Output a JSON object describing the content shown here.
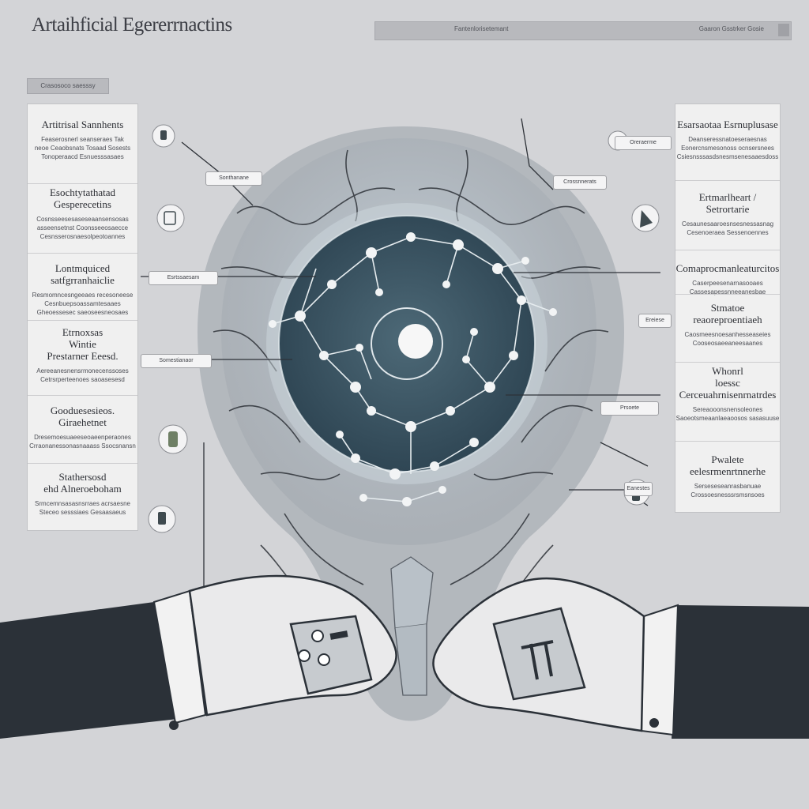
{
  "title": "Artaihficial Egererrnactins",
  "topbar": {
    "left_text": "Fantenlorisetemant",
    "right_text": "Gaaron Gsstrker Gosie"
  },
  "tag": "Crasosoco saesssy",
  "left_panel": [
    {
      "heading": "Artitrisal Sannhents",
      "sub": "Feaserosnerl seanseraes Tak\nneoe Ceaobsnats Tosaad Sosests\nTonoperaacd Esnuesssasaes"
    },
    {
      "heading": "Esochtytathatad\nGesperecetins",
      "sub": "Cosnsseesesaseseaansensosas\nasseensetnst Coonsseeosaecce\nCesnsserosnaesolpeotoannes"
    },
    {
      "heading": "Lontmquiced\nsatfgrranhaiclie",
      "sub": "Resmomncesngeeaes recesoneese\nCesnbuepsoassamtesaaes\nGheoessesec saeoseesneosaes"
    },
    {
      "heading": "Etrnoxsas\nWintie\nPrestarner Eeesd.",
      "sub": "Aereeanesnensrmonecenssoses\nCetrsrperteenoes saoasesesd"
    },
    {
      "heading": "Gooduesesieos.\nGiraehetnet",
      "sub": "Dresemoesuaeeseoaeenperaones\nCrraonanessonasnaaass Ssocsnansn"
    },
    {
      "heading": "Stathersosd\nehd Alneroeboham",
      "sub": "Srmcemnsasasnsrraes acrsaesne\nSteceo sesssiaes Gesaasaeus"
    }
  ],
  "right_panel": [
    {
      "heading": "Esarsaotaa Esrnuplusase",
      "sub": "Deanseressnatoeseraesnas\nEonercnsmesonoss ocnsersnees\nCsiesnsssasdsnesmsenesaaesdoss"
    },
    {
      "heading": "Ertmarlheart /\nSetrortarie",
      "sub": "Cesaunesaaroesnsesnessasnag\nCesenoeraea Sessenoennes"
    },
    {
      "heading": "Comaprocmanleaturcitos",
      "sub": "Caserpeesenarnasooaes\nCassesapessnneeanesbae"
    },
    {
      "heading": "Stmatoe\nreaoreproentiaeh",
      "sub": "Caosmeesnoesanhesseaseies\nCooseosaeeaneesaanes"
    },
    {
      "heading": "Whonrl\nloessc\nCerceuahrnisenrnatrdes",
      "sub": "Sereaooonsnensoleones\nSaoeotsmeaanlaeaoosos sasasuuse"
    },
    {
      "heading": "Pwalete\neelesrmenrtnnerhe",
      "sub": "Serseseseanrasbanuae\nCrossoesnesssrsmsnsoes"
    }
  ],
  "chips": [
    "Sonthanane",
    "Oreraerme",
    "Crossnnerats",
    "Esrtssaesam",
    "Ereiese",
    "Somestianaor",
    "Prsoete",
    "Eanestes"
  ],
  "colors": {
    "background": "#d3d4d7",
    "panel": "#f0f0f0",
    "globe": "#3b5663",
    "globe_glow": "#a4b4bd",
    "suit": "#2b3138",
    "shirt": "#f2f2f2",
    "skin": "#e9e9ea"
  }
}
